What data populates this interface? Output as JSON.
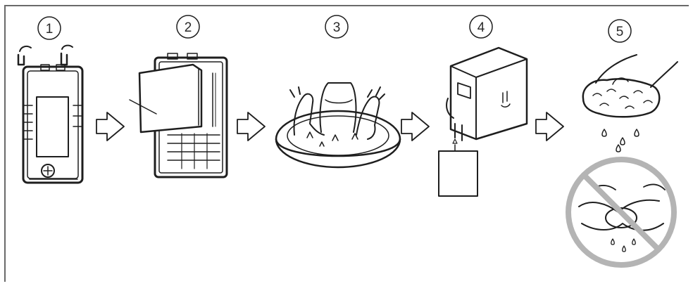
{
  "steps": [
    {
      "number": "1"
    },
    {
      "number": "2"
    },
    {
      "number": "3"
    },
    {
      "number": "4"
    },
    {
      "number": "5"
    }
  ],
  "colors": {
    "line": "#1e1e1e",
    "frame": "#6a6a6a",
    "prohibition": "#b4b4b4"
  },
  "icons": [
    "remove-filter-icon",
    "open-filter-cover-icon",
    "wash-in-basin-icon",
    "filter-box-icon",
    "squeeze-gently-icon",
    "no-wringing-prohibition-icon",
    "arrow-right-icon"
  ]
}
